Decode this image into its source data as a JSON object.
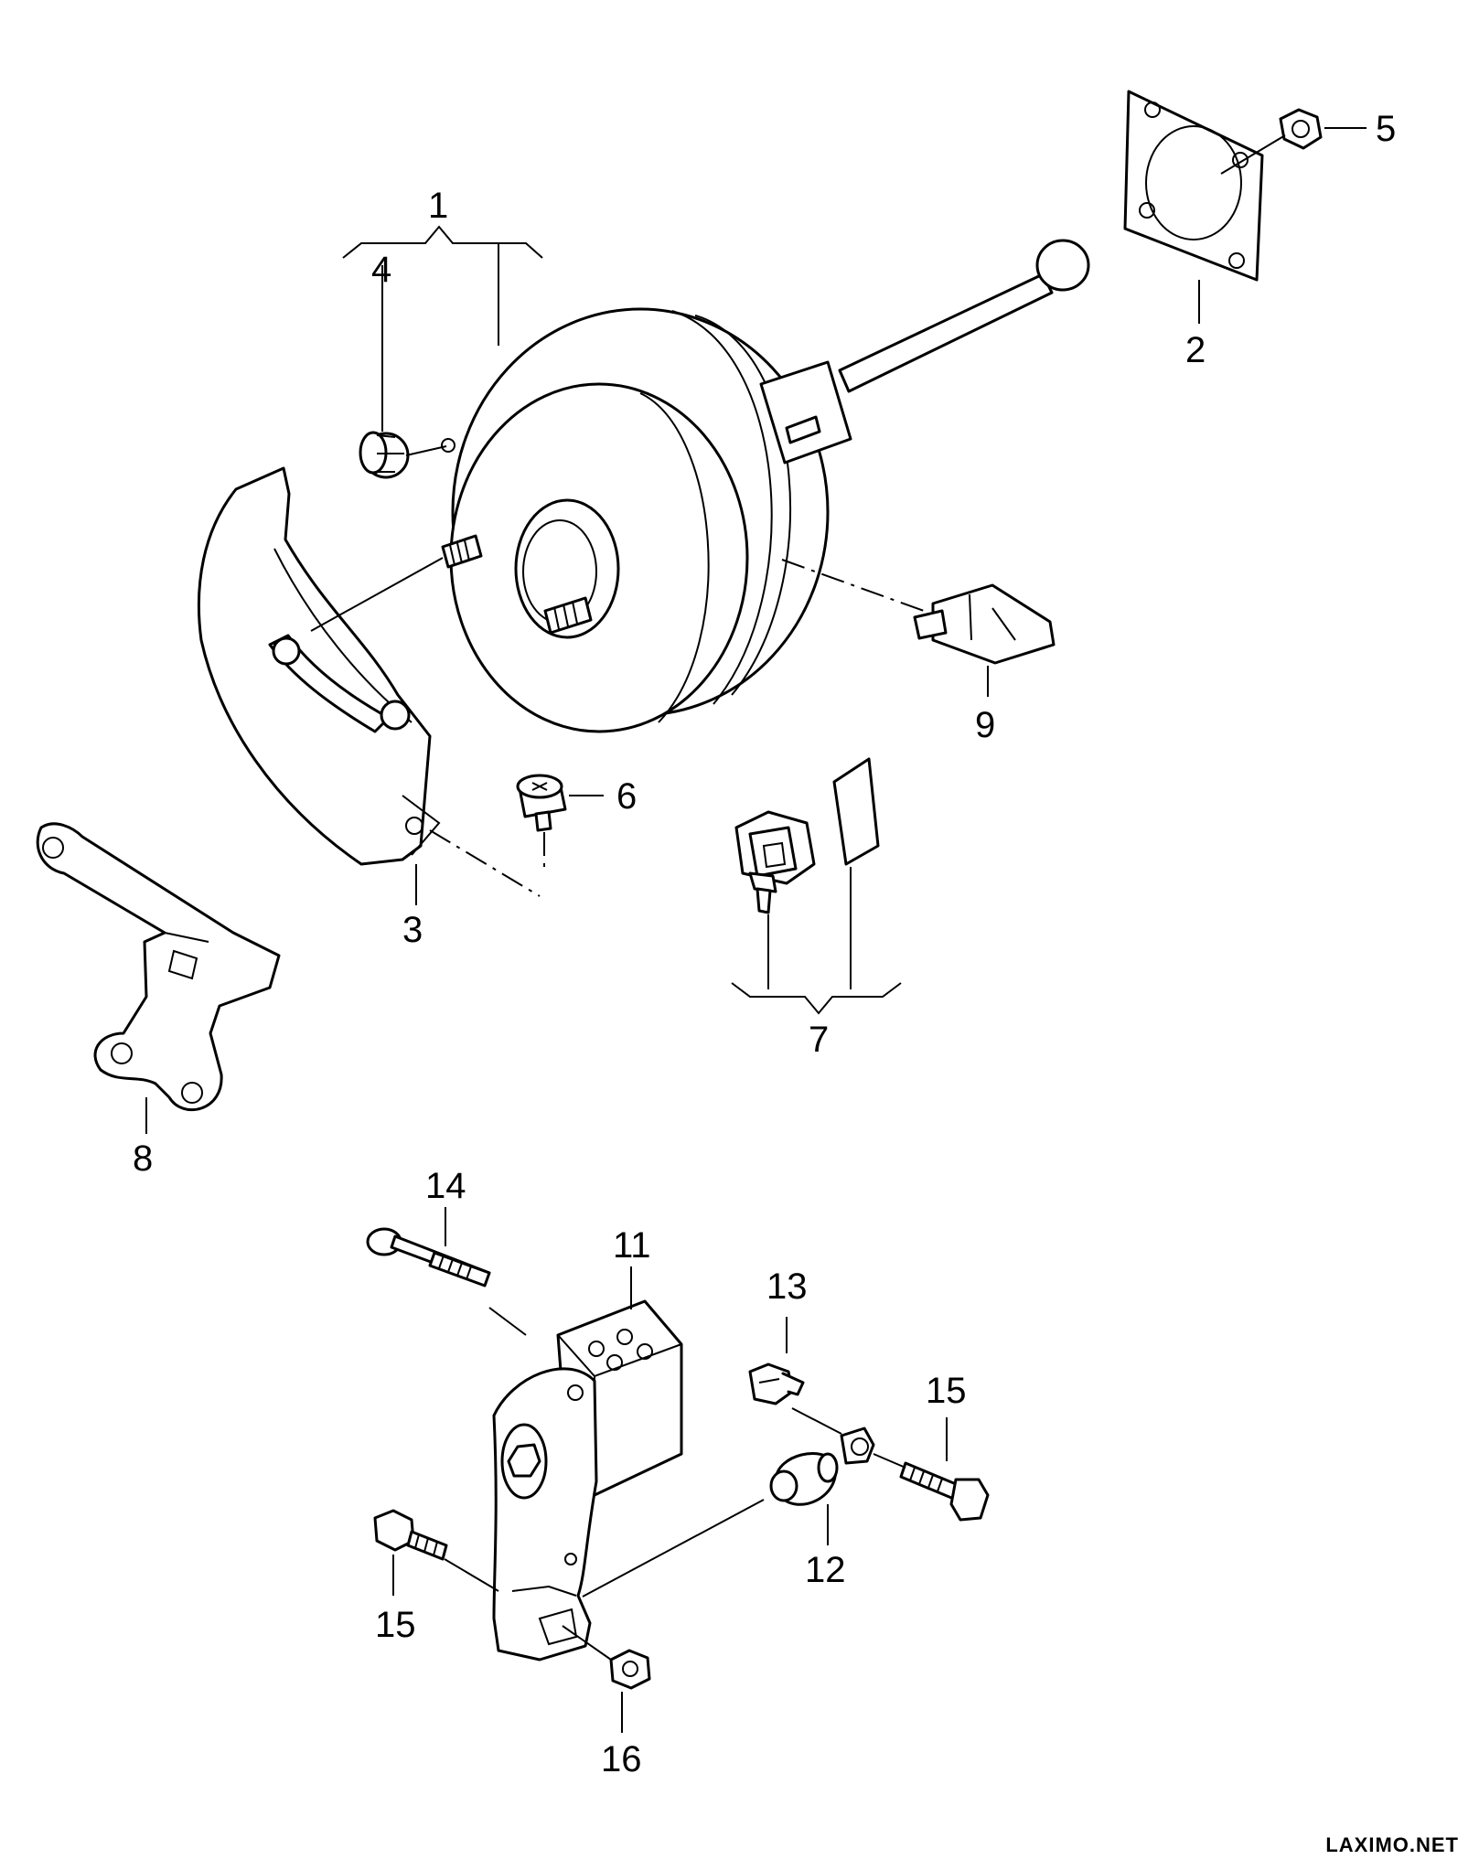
{
  "callouts": {
    "c1": "1",
    "c2": "2",
    "c3": "3",
    "c4": "4",
    "c5": "5",
    "c6": "6",
    "c7": "7",
    "c8": "8",
    "c9": "9",
    "c11": "11",
    "c12": "12",
    "c13": "13",
    "c14": "14",
    "c15a": "15",
    "c15b": "15",
    "c16": "16"
  },
  "watermark": "LAXIMO.NET",
  "colors": {
    "ink": "#000000",
    "paper": "#ffffff"
  }
}
